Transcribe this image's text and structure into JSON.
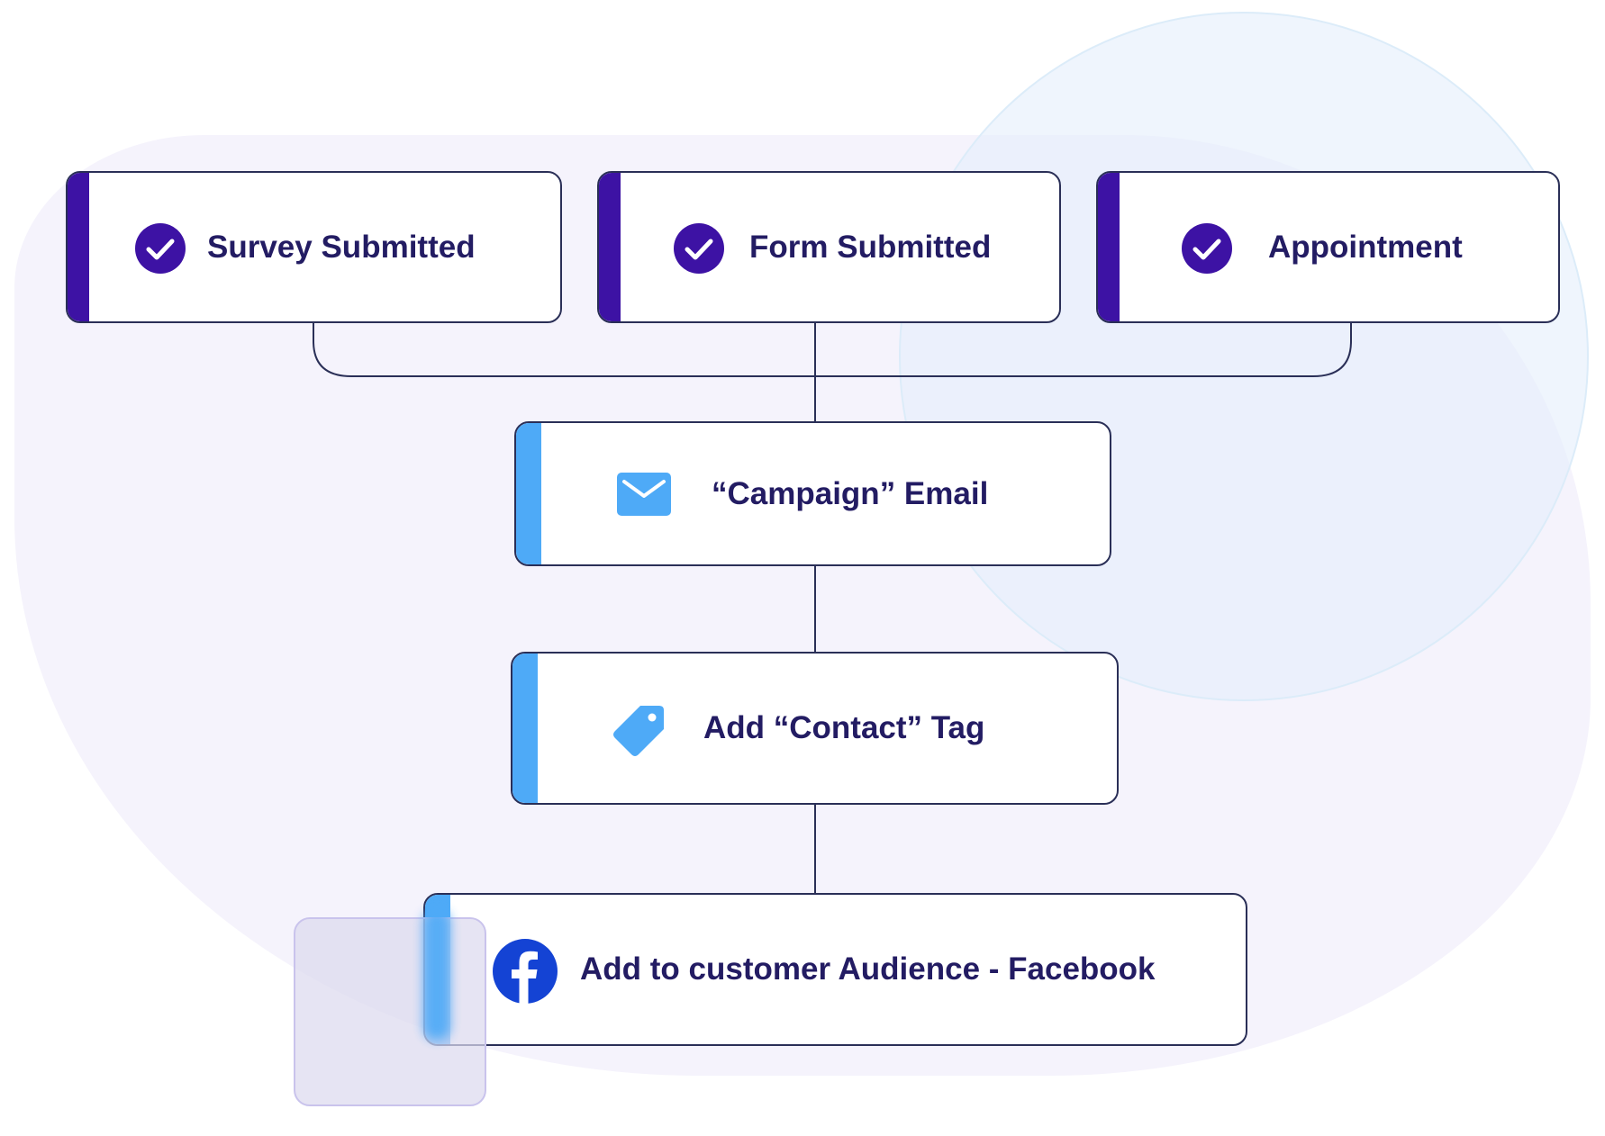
{
  "theme": {
    "trigger_accent": "#3d12a4",
    "action_accent": "#4eaaf7",
    "text_color": "#231c63",
    "border_color": "#2a2f57",
    "background_blob": "#f5f3fc"
  },
  "triggers": [
    {
      "label": "Survey Submitted",
      "icon": "check-circle-icon"
    },
    {
      "label": "Form Submitted",
      "icon": "check-circle-icon"
    },
    {
      "label": "Appointment",
      "icon": "check-circle-icon"
    }
  ],
  "actions": [
    {
      "label": "“Campaign” Email",
      "icon": "envelope-icon"
    },
    {
      "label": "Add “Contact” Tag",
      "icon": "tag-icon"
    },
    {
      "label": "Add to customer Audience - Facebook",
      "icon": "facebook-icon"
    }
  ]
}
